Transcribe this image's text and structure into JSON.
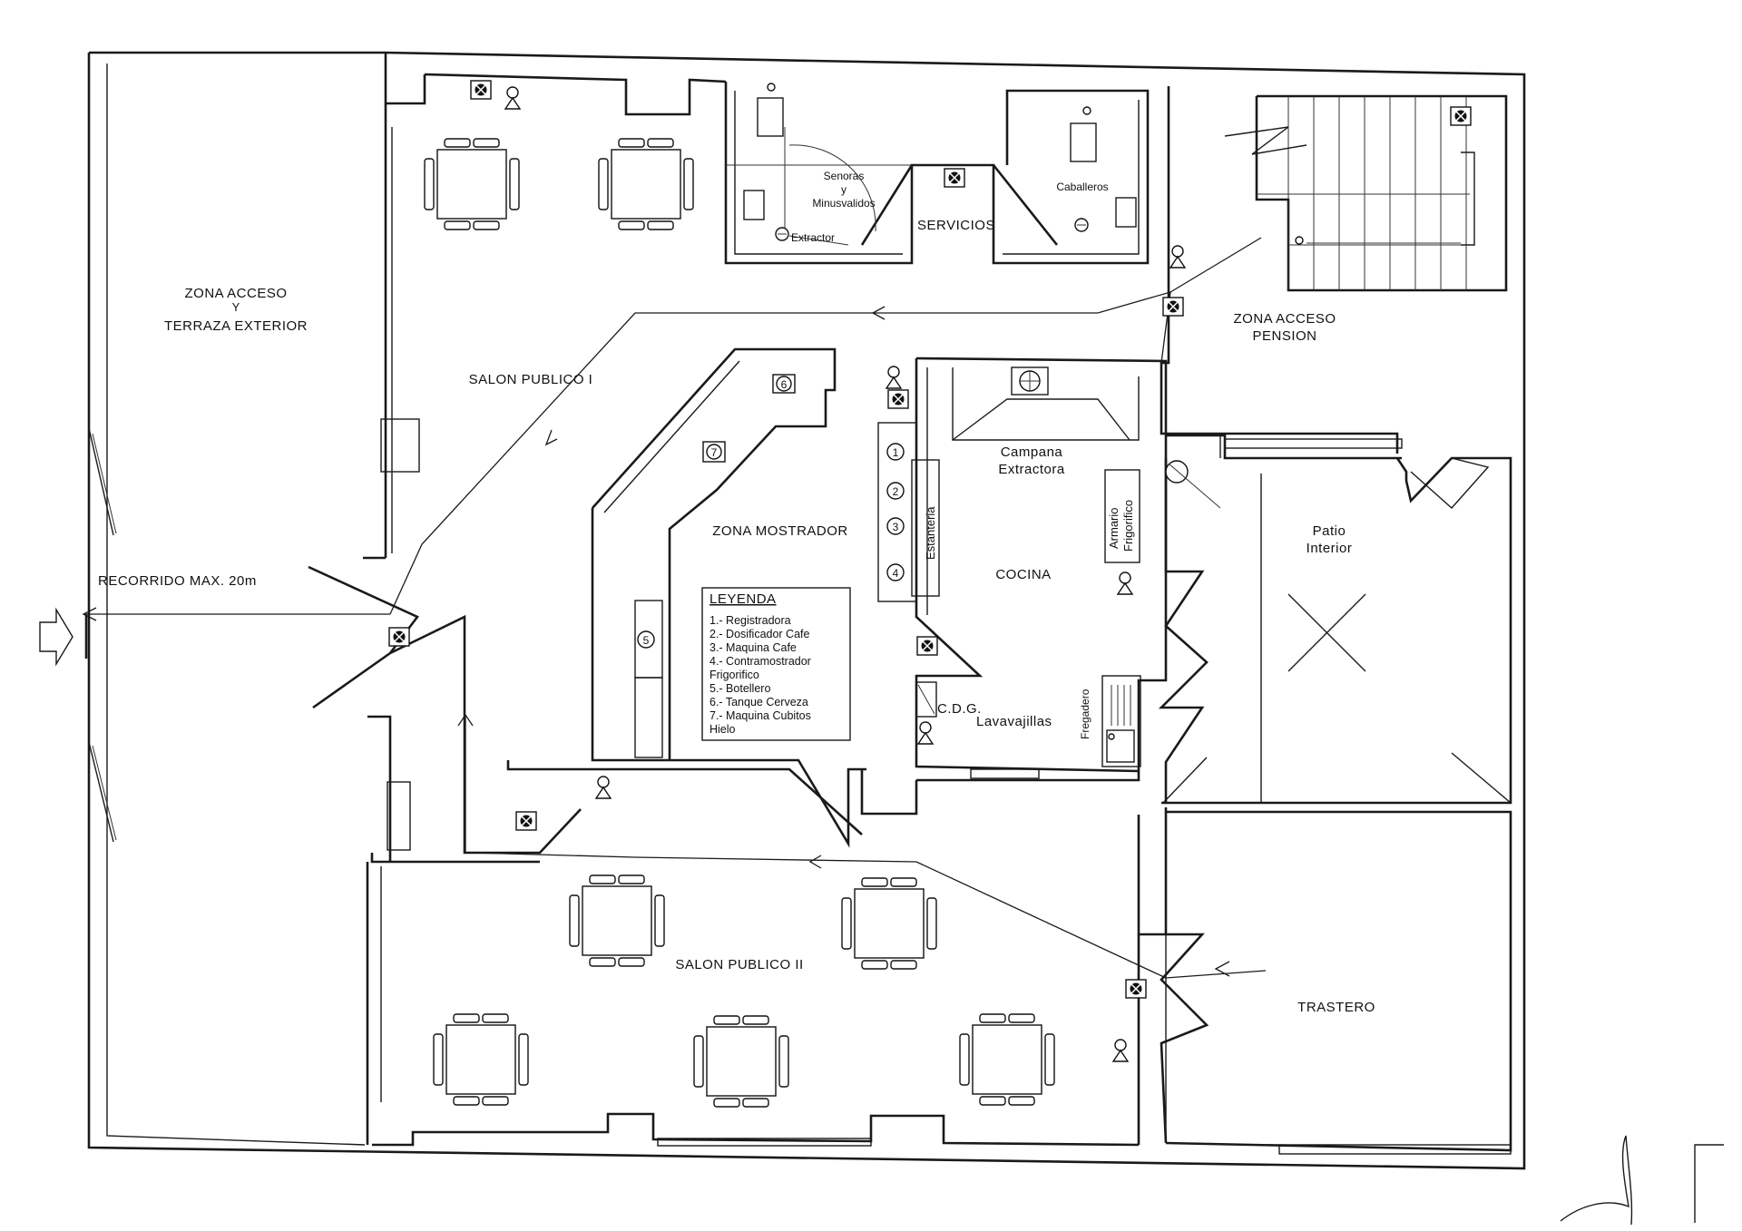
{
  "rooms": {
    "zona_acceso_line1": "ZONA ACCESO",
    "zona_acceso_line2": "Y",
    "zona_acceso_line3": "TERRAZA EXTERIOR",
    "salon_1": "SALON PUBLICO I",
    "salon_2": "SALON PUBLICO II",
    "servicios": "SERVICIOS",
    "senoras_line1": "Senoras",
    "senoras_line2": "y",
    "senoras_line3": "Minusvalidos",
    "caballeros": "Caballeros",
    "extractor": "Extractor",
    "zona_pension_line1": "ZONA ACCESO",
    "zona_pension_line2": "PENSION",
    "zona_mostrador": "ZONA MOSTRADOR",
    "cocina": "COCINA",
    "campana_line1": "Campana",
    "campana_line2": "Extractora",
    "estanteria": "Estanteria",
    "armario_line1": "Armario",
    "armario_line2": "Frigorifico",
    "patio_line1": "Patio",
    "patio_line2": "Interior",
    "trastero": "TRASTERO",
    "cdg": "C.D.G.",
    "lavavajillas": "Lavavajillas",
    "fregadero": "Fregadero",
    "recorrido": "RECORRIDO MAX. 20m"
  },
  "markers": [
    "1",
    "2",
    "3",
    "4",
    "5",
    "6",
    "7"
  ],
  "legend": {
    "title": "LEYENDA",
    "items": [
      "1.-  Registradora",
      "2.-  Dosificador Cafe",
      "3.-  Maquina Cafe",
      "4.-  Contramostrador",
      "       Frigorifico",
      "5.-  Botellero",
      "6.-  Tanque Cerveza",
      "7.-  Maquina Cubitos",
      "       Hielo"
    ]
  }
}
